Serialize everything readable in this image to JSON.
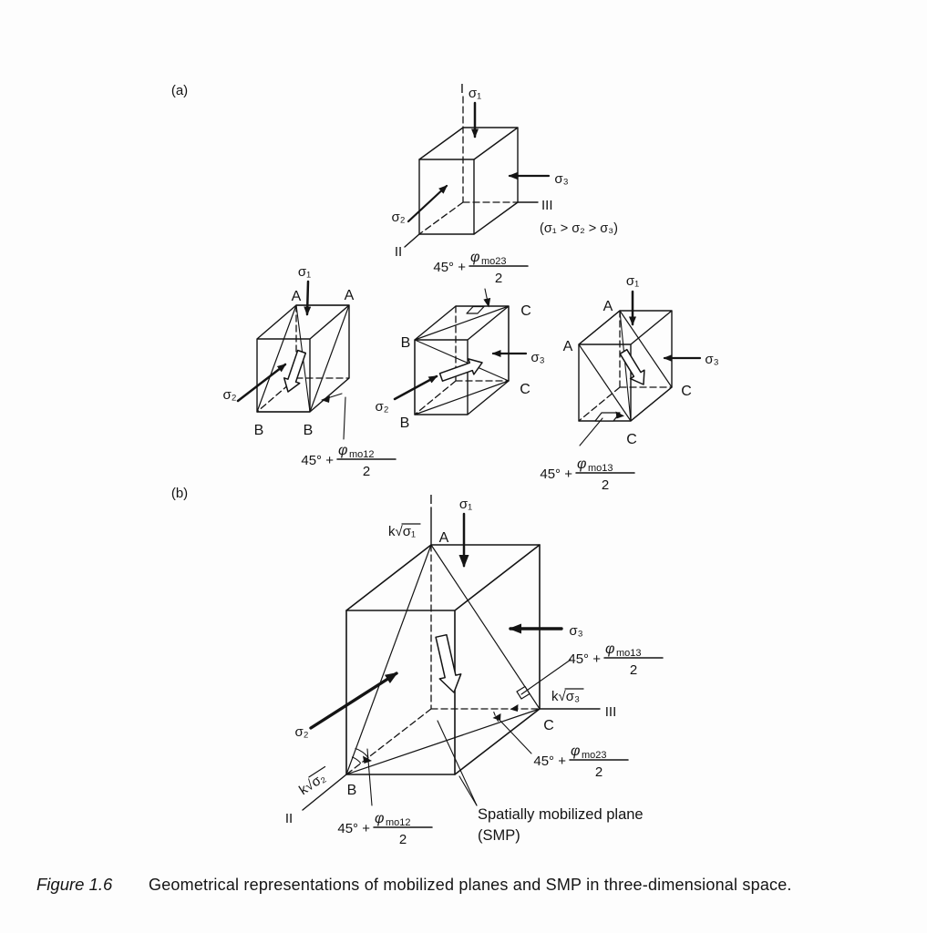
{
  "page": {
    "background": "#fdfdfd",
    "ink": "#141414"
  },
  "panels": {
    "a": "(a)",
    "b": "(b)"
  },
  "caption": {
    "figure": "Figure 1.6",
    "text": "Geometrical representations of mobilized planes and SMP in three-dimensional space."
  },
  "sym": {
    "sigma1": "σ₁",
    "sigma2": "σ₂",
    "sigma3": "σ₃",
    "order": "(σ₁ > σ₂ > σ₃)",
    "A": "A",
    "B": "B",
    "C": "C",
    "ax1": "I",
    "ax2": "II",
    "ax3": "III",
    "k1": "k√σ₁",
    "k2": "k√σ₂",
    "k3": "k√σ₃"
  },
  "frac": {
    "prefix": "45° +",
    "phi": "φ",
    "mo12": "mo12",
    "mo23": "mo23",
    "mo13": "mo13",
    "den": "2"
  },
  "smp": {
    "line1": "Spatially mobilized plane",
    "line2": "(SMP)"
  }
}
